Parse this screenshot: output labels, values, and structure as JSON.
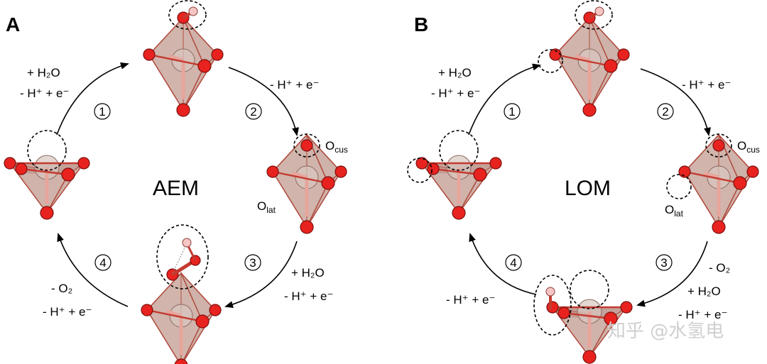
{
  "panels": {
    "A": {
      "label": "A",
      "mechanism": "AEM",
      "steps": [
        {
          "number": "1",
          "lines": [
            "+ H₂O",
            "- H⁺ + e⁻"
          ]
        },
        {
          "number": "2",
          "lines": [
            "- H⁺ + e⁻"
          ]
        },
        {
          "number": "3",
          "lines": [
            "+ H₂O",
            "- H⁺ + e⁻"
          ]
        },
        {
          "number": "4",
          "lines": [
            "- O₂",
            "- H⁺ + e⁻"
          ]
        }
      ],
      "site_labels": {
        "ocus": "O",
        "ocus_sub": "cus",
        "olat": "O",
        "olat_sub": "lat"
      }
    },
    "B": {
      "label": "B",
      "mechanism": "LOM",
      "steps": [
        {
          "number": "1",
          "lines": [
            "+ H₂O",
            "- H⁺ + e⁻"
          ]
        },
        {
          "number": "2",
          "lines": [
            "- H⁺ + e⁻"
          ]
        },
        {
          "number": "3",
          "lines": [
            "- O₂",
            "+ H₂O",
            "- H⁺ + e⁻"
          ]
        },
        {
          "number": "4",
          "lines": [
            "- H⁺ + e⁻"
          ]
        }
      ],
      "site_labels": {
        "ocus": "O",
        "ocus_sub": "cus",
        "olat": "O",
        "olat_sub": "lat"
      }
    }
  },
  "watermark": "知乎 @水氢电",
  "colors": {
    "oxygen": "#e8231f",
    "hydrogen": "#f6c6c4",
    "octahedron": "#c9a89e"
  }
}
